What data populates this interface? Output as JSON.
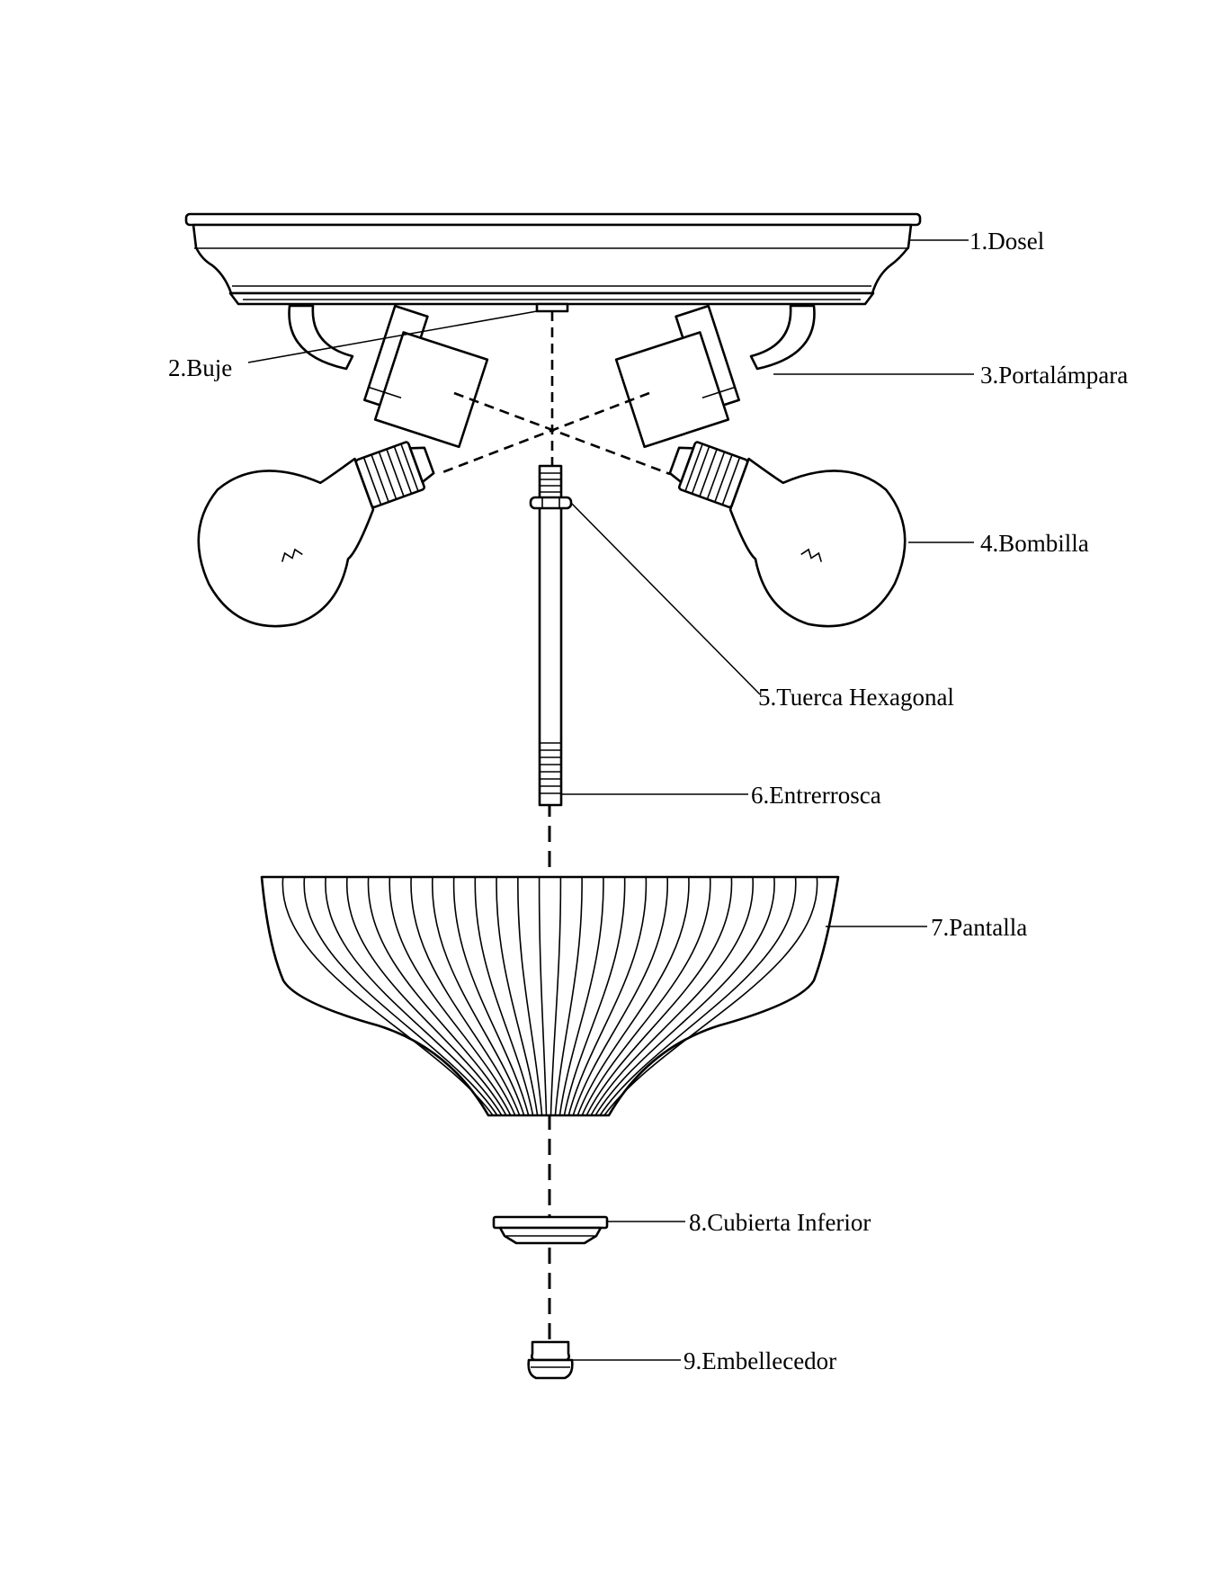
{
  "parts": [
    {
      "id": "dosel",
      "label": "1.Dosel"
    },
    {
      "id": "buje",
      "label": "2.Buje"
    },
    {
      "id": "portalampara",
      "label": "3.Portalámpara"
    },
    {
      "id": "bombilla",
      "label": "4.Bombilla"
    },
    {
      "id": "tuerca-hexagonal",
      "label": "5.Tuerca Hexagonal"
    },
    {
      "id": "entrerrosca",
      "label": "6.Entrerrosca"
    },
    {
      "id": "pantalla",
      "label": "7.Pantalla"
    },
    {
      "id": "cubierta-inferior",
      "label": "8.Cubierta Inferior"
    },
    {
      "id": "embellecedor",
      "label": "9.Embellecedor"
    }
  ],
  "colors": {
    "line": "#000000",
    "background": "#ffffff"
  }
}
